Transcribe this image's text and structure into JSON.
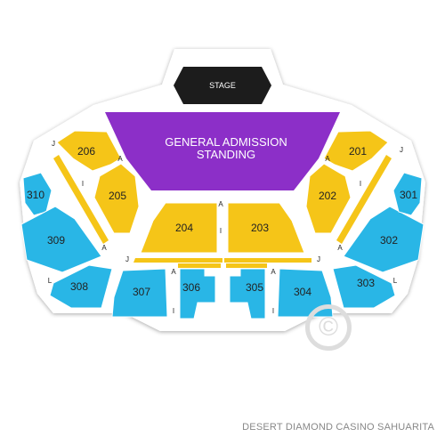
{
  "stage": {
    "label": "STAGE"
  },
  "general_admission": {
    "line1": "GENERAL ADMISSION",
    "line2": "STANDING"
  },
  "sections": {
    "s201": "201",
    "s202": "202",
    "s203": "203",
    "s204": "204",
    "s205": "205",
    "s206": "206",
    "s301": "301",
    "s302": "302",
    "s303": "303",
    "s304": "304",
    "s305": "305",
    "s306": "306",
    "s307": "307",
    "s308": "308",
    "s309": "309",
    "s310": "310"
  },
  "aisles": {
    "A": "A",
    "I": "I",
    "J": "J",
    "L": "L"
  },
  "venue": {
    "name": "DESERT DIAMOND CASINO SAHUARITA"
  },
  "watermark": {
    "symbol": "©"
  },
  "colors": {
    "gold": "#f5c518",
    "blue": "#29b6e6",
    "purple": "#8c2fc8",
    "stage": "#1c1c1c"
  }
}
